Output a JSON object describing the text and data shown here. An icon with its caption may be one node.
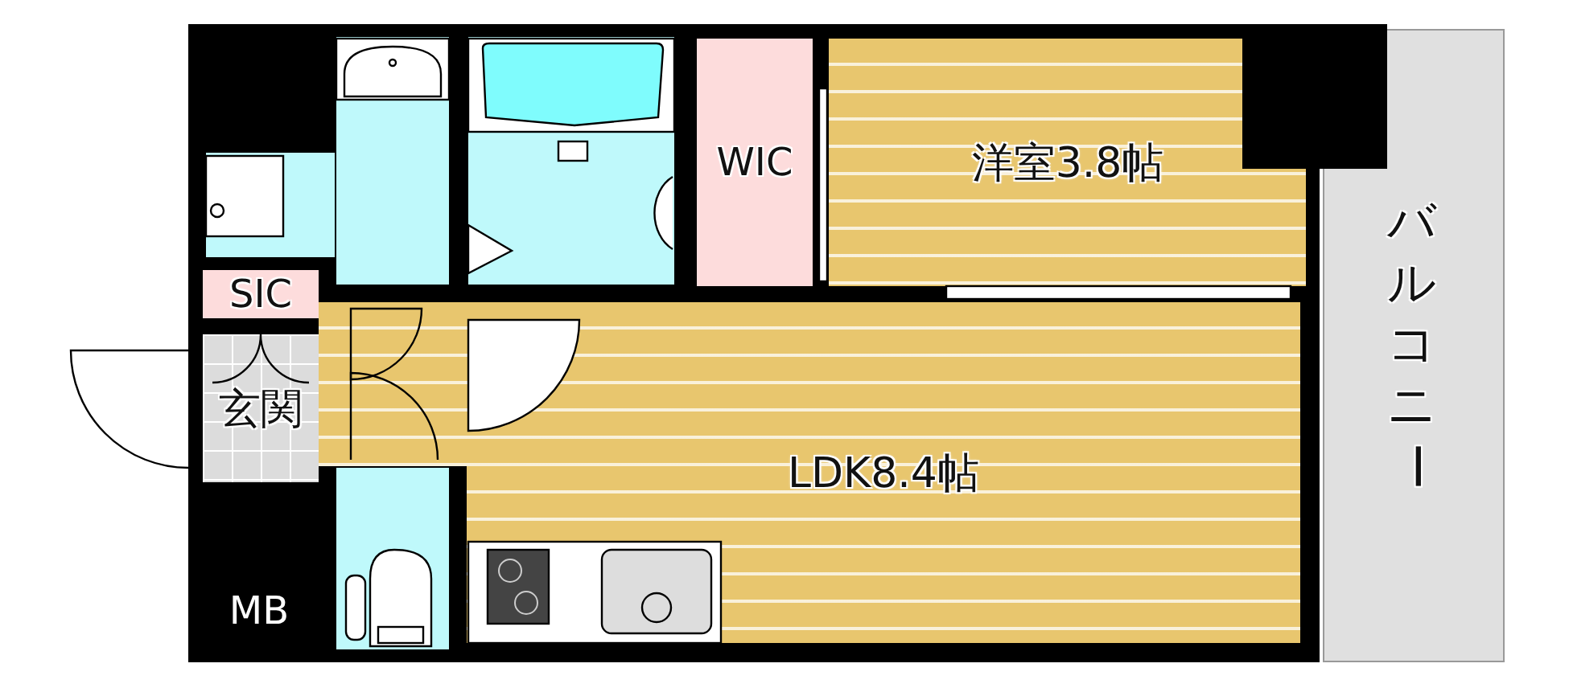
{
  "diagram": {
    "nodes": [
      {
        "text": [
          "WIC"
        ]
      },
      {
        "text": [
          "洋室3.8帖"
        ]
      },
      {
        "text": [
          "SIC"
        ]
      },
      {
        "text": [
          "玄関"
        ]
      },
      {
        "text": [
          "LDK8.4帖"
        ]
      },
      {
        "text": [
          "バルコニー"
        ]
      },
      {
        "text": [
          "MB"
        ]
      },
      {
        "text": [],
        "shape": "box"
      },
      {
        "text": [],
        "shape": "box"
      },
      {
        "text": [],
        "shape": "box"
      }
    ]
  }
}
